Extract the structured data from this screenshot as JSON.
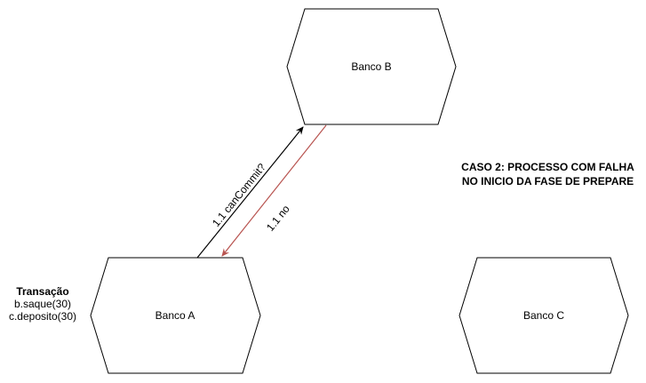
{
  "nodes": {
    "banco_a": "Banco A",
    "banco_b": "Banco B",
    "banco_c": "Banco C"
  },
  "edges": {
    "request_label": "1.1  canCommit?",
    "reply_label": "1.1  no",
    "request_color": "#000000",
    "reply_color": "#b85450"
  },
  "caption": {
    "line1": "CASO 2: PROCESSO COM FALHA",
    "line2": "NO INICIO DA FASE DE PREPARE"
  },
  "transaction": {
    "title": "Transação",
    "ops": [
      "b.saque(30)",
      "c.deposito(30)"
    ]
  }
}
